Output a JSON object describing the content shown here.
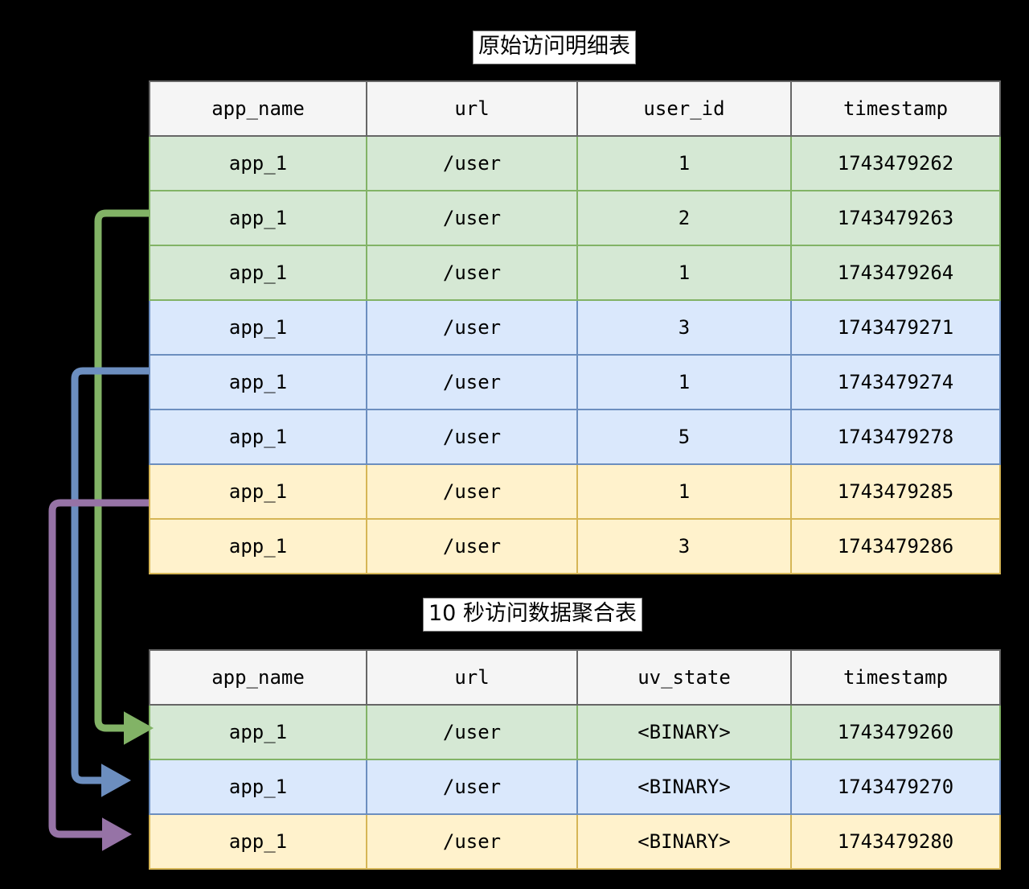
{
  "diagram": {
    "background": "#000000",
    "tables": [
      {
        "id": "detail",
        "title": "原始访问明细表",
        "columns": [
          "app_name",
          "url",
          "user_id",
          "timestamp"
        ],
        "rows": [
          {
            "group": "green",
            "app_name": "app_1",
            "url": "/user",
            "user_id": "1",
            "timestamp": "1743479262"
          },
          {
            "group": "green",
            "app_name": "app_1",
            "url": "/user",
            "user_id": "2",
            "timestamp": "1743479263"
          },
          {
            "group": "green",
            "app_name": "app_1",
            "url": "/user",
            "user_id": "1",
            "timestamp": "1743479264"
          },
          {
            "group": "blue",
            "app_name": "app_1",
            "url": "/user",
            "user_id": "3",
            "timestamp": "1743479271"
          },
          {
            "group": "blue",
            "app_name": "app_1",
            "url": "/user",
            "user_id": "1",
            "timestamp": "1743479274"
          },
          {
            "group": "blue",
            "app_name": "app_1",
            "url": "/user",
            "user_id": "5",
            "timestamp": "1743479278"
          },
          {
            "group": "yellow",
            "app_name": "app_1",
            "url": "/user",
            "user_id": "1",
            "timestamp": "1743479285"
          },
          {
            "group": "yellow",
            "app_name": "app_1",
            "url": "/user",
            "user_id": "3",
            "timestamp": "1743479286"
          }
        ]
      },
      {
        "id": "aggregate",
        "title": "10 秒访问数据聚合表",
        "columns": [
          "app_name",
          "url",
          "uv_state",
          "timestamp"
        ],
        "rows": [
          {
            "group": "green",
            "app_name": "app_1",
            "url": "/user",
            "uv_state": "<BINARY>",
            "timestamp": "1743479260"
          },
          {
            "group": "blue",
            "app_name": "app_1",
            "url": "/user",
            "uv_state": "<BINARY>",
            "timestamp": "1743479270"
          },
          {
            "group": "yellow",
            "app_name": "app_1",
            "url": "/user",
            "uv_state": "<BINARY>",
            "timestamp": "1743479280"
          }
        ]
      }
    ],
    "group_colors": {
      "green": {
        "fill": "#d5e8d4",
        "stroke": "#82b366"
      },
      "blue": {
        "fill": "#dae8fc",
        "stroke": "#6c8ebf"
      },
      "yellow": {
        "fill": "#fff2cc",
        "stroke": "#d6b656"
      },
      "header": {
        "fill": "#f5f5f5",
        "stroke": "#666666"
      }
    },
    "connectors": [
      {
        "name": "green-group-arrow",
        "color": "#82b366",
        "from_group": "green",
        "to_group": "green"
      },
      {
        "name": "blue-group-arrow",
        "color": "#6c8ebf",
        "from_group": "blue",
        "to_group": "blue"
      },
      {
        "name": "purple-group-arrow",
        "color": "#9673a6",
        "from_group": "yellow",
        "to_group": "yellow"
      }
    ]
  }
}
